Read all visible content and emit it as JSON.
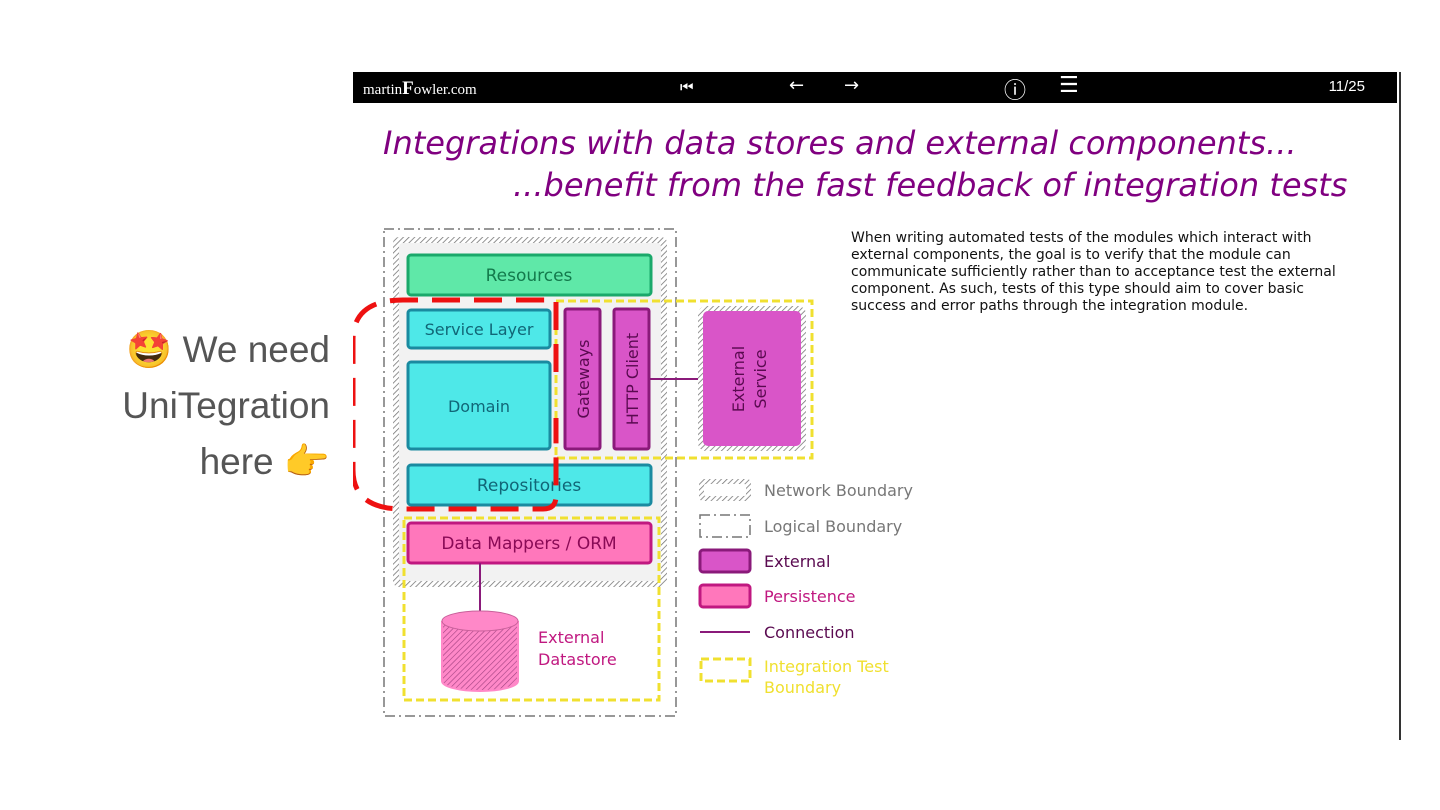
{
  "annotation": {
    "line1_emoji": "🤩",
    "line1": "We need",
    "line2": "UniTegration",
    "line3": "here",
    "line3_emoji": "👉"
  },
  "topbar": {
    "brand_prefix": "martin",
    "brand_big": "F",
    "brand_suffix": "owler.com",
    "first_icon": "⏮",
    "prev_icon": "←",
    "next_icon": "→",
    "info_icon": "ⓘ",
    "menu_icon": "☰",
    "page": "11/25"
  },
  "title": {
    "line1": "Integrations with data stores and external components...",
    "line2": "...benefit from the fast feedback of integration tests"
  },
  "description": "When writing automated tests of the modules which interact with external components, the goal is to verify that the module can communicate sufficiently rather than to acceptance test the external component. As such, tests of this type should aim to cover basic success and error paths through the integration module.",
  "diagram": {
    "resources": "Resources",
    "service_layer": "Service Layer",
    "domain": "Domain",
    "repositories": "Repositories",
    "gateways": "Gateways",
    "http_client": "HTTP Client",
    "external_service_1": "External",
    "external_service_2": "Service",
    "data_mappers": "Data Mappers / ORM",
    "external_datastore_1": "External",
    "external_datastore_2": "Datastore"
  },
  "legend": {
    "network_boundary": "Network Boundary",
    "logical_boundary": "Logical Boundary",
    "external": "External",
    "persistence": "Persistence",
    "connection": "Connection",
    "integration_1": "Integration Test",
    "integration_2": "Boundary"
  },
  "colors": {
    "title": "#800080",
    "cyan": "#4ee8e8",
    "green": "#5fe8a8",
    "external": "#d955c8",
    "persistence": "#ff77bb",
    "yellow_dash": "#f0e030",
    "red_dash": "#ee1111"
  }
}
